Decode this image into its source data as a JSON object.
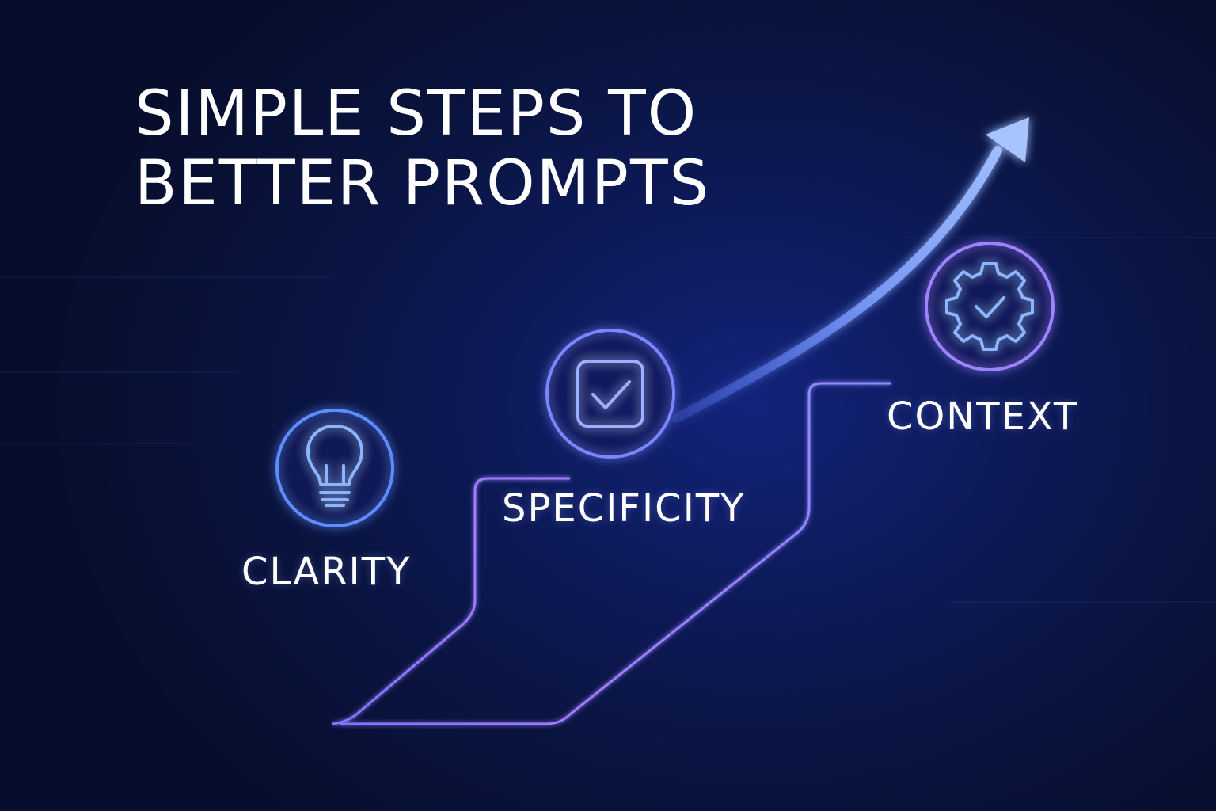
{
  "title": {
    "line1": "SIMPLE STEPS TO",
    "line2": "BETTER PROMPTS"
  },
  "steps": [
    {
      "label": "CLARITY",
      "icon": "lightbulb-icon"
    },
    {
      "label": "SPECIFICITY",
      "icon": "checkbox-icon"
    },
    {
      "label": "CONTEXT",
      "icon": "gear-check-icon"
    }
  ],
  "colors": {
    "background": "#0a1238",
    "text": "#ffffff",
    "icon_glow": "#6f9bff",
    "line_purple": "#a27cff",
    "arrow_blue": "#8fb2ff"
  }
}
